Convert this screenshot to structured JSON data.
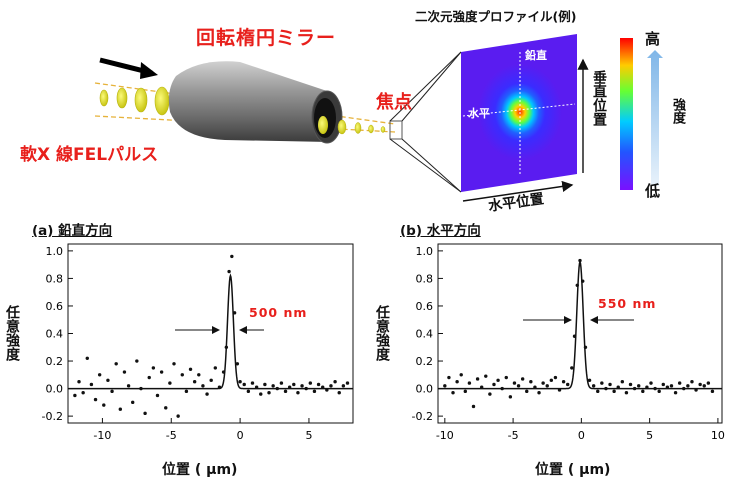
{
  "diagram": {
    "mirror_label": "回転楕円ミラー",
    "pulse_label": "軟X 線FELパルス",
    "focus_label": "焦点",
    "profile_title": "二次元強度プロファイル(例)",
    "vertical_tag": "鉛直",
    "horizontal_tag": "水平",
    "vertical_axis_label": "垂直位置",
    "horizontal_axis_label": "水平位置",
    "scale_high": "高",
    "scale_low": "低",
    "scale_name": "強度",
    "colors": {
      "accent_red": "#e8201c",
      "mirror": "#8a8a8a",
      "pulse": "#e9e62a",
      "beam_line": "#e6b23a"
    }
  },
  "chart_data": [
    {
      "type": "scatter",
      "title": "(a) 鉛直方向",
      "xlabel": "位置 ( μm)",
      "ylabel": "任意強度",
      "xlim": [
        -12.5,
        8.2
      ],
      "ylim": [
        -0.25,
        1.05
      ],
      "xticks": [
        -10,
        -5,
        0,
        5
      ],
      "yticks": [
        -0.2,
        0.0,
        0.2,
        0.4,
        0.6,
        0.8,
        1.0
      ],
      "annotation": "500 nm",
      "fit": {
        "type": "gaussian",
        "amplitude": 0.82,
        "center": -0.7,
        "fwhm_um": 0.5
      },
      "points": {
        "x": [
          -12.0,
          -11.7,
          -11.4,
          -11.1,
          -10.8,
          -10.5,
          -10.2,
          -9.9,
          -9.6,
          -9.3,
          -9.0,
          -8.7,
          -8.4,
          -8.1,
          -7.8,
          -7.5,
          -7.2,
          -6.9,
          -6.6,
          -6.3,
          -6.0,
          -5.7,
          -5.4,
          -5.1,
          -4.8,
          -4.5,
          -4.2,
          -3.9,
          -3.6,
          -3.3,
          -3.0,
          -2.7,
          -2.4,
          -2.1,
          -1.8,
          -1.5,
          -1.2,
          -1.0,
          -0.8,
          -0.6,
          -0.4,
          -0.2,
          0.0,
          0.3,
          0.6,
          0.9,
          1.2,
          1.5,
          1.8,
          2.1,
          2.4,
          2.7,
          3.0,
          3.3,
          3.6,
          3.9,
          4.2,
          4.5,
          4.8,
          5.1,
          5.4,
          5.7,
          6.0,
          6.3,
          6.6,
          6.9,
          7.2,
          7.5,
          7.8
        ],
        "y": [
          -0.05,
          0.05,
          -0.03,
          0.22,
          0.03,
          -0.08,
          0.1,
          -0.12,
          0.06,
          -0.02,
          0.18,
          -0.15,
          0.12,
          0.02,
          -0.1,
          0.2,
          0.0,
          -0.18,
          0.08,
          0.15,
          -0.05,
          0.12,
          -0.14,
          0.04,
          0.18,
          -0.2,
          0.1,
          -0.02,
          0.14,
          0.05,
          0.1,
          0.02,
          -0.04,
          0.06,
          0.15,
          0.01,
          0.12,
          0.3,
          0.85,
          0.96,
          0.55,
          0.18,
          0.05,
          0.03,
          -0.02,
          0.04,
          0.01,
          -0.04,
          0.03,
          -0.03,
          0.02,
          0.0,
          0.04,
          -0.02,
          0.01,
          0.03,
          -0.03,
          0.02,
          0.0,
          0.04,
          -0.02,
          0.03,
          0.01,
          -0.01,
          0.02,
          0.05,
          -0.03,
          0.02,
          0.04
        ]
      }
    },
    {
      "type": "scatter",
      "title": "(b) 水平方向",
      "xlabel": "位置 ( μm)",
      "ylabel": "任意強度",
      "xlim": [
        -10.5,
        10.3
      ],
      "ylim": [
        -0.25,
        1.05
      ],
      "xticks": [
        -10,
        -5,
        0,
        5,
        10
      ],
      "yticks": [
        -0.2,
        0.0,
        0.2,
        0.4,
        0.6,
        0.8,
        1.0
      ],
      "annotation": "550 nm",
      "fit": {
        "type": "gaussian",
        "amplitude": 0.92,
        "center": -0.1,
        "fwhm_um": 0.55
      },
      "points": {
        "x": [
          -10.0,
          -9.7,
          -9.4,
          -9.1,
          -8.8,
          -8.5,
          -8.2,
          -7.9,
          -7.6,
          -7.3,
          -7.0,
          -6.7,
          -6.4,
          -6.1,
          -5.8,
          -5.5,
          -5.2,
          -4.9,
          -4.6,
          -4.3,
          -4.0,
          -3.7,
          -3.4,
          -3.1,
          -2.8,
          -2.5,
          -2.2,
          -1.9,
          -1.6,
          -1.3,
          -1.0,
          -0.7,
          -0.5,
          -0.3,
          -0.1,
          0.1,
          0.3,
          0.6,
          0.9,
          1.2,
          1.5,
          1.8,
          2.1,
          2.4,
          2.7,
          3.0,
          3.3,
          3.6,
          3.9,
          4.2,
          4.5,
          4.8,
          5.1,
          5.4,
          5.7,
          6.0,
          6.3,
          6.6,
          6.9,
          7.2,
          7.5,
          7.8,
          8.1,
          8.4,
          8.7,
          9.0,
          9.3,
          9.6
        ],
        "y": [
          0.02,
          0.08,
          -0.03,
          0.05,
          0.1,
          -0.02,
          0.04,
          -0.13,
          0.07,
          0.01,
          0.09,
          -0.04,
          0.03,
          0.06,
          0.0,
          0.08,
          -0.06,
          0.04,
          0.02,
          0.07,
          -0.02,
          0.05,
          0.01,
          -0.03,
          0.04,
          0.02,
          0.06,
          0.08,
          -0.01,
          0.05,
          0.03,
          0.15,
          0.38,
          0.75,
          0.93,
          0.78,
          0.3,
          0.06,
          0.02,
          -0.02,
          0.04,
          0.0,
          0.03,
          -0.02,
          0.01,
          0.05,
          -0.03,
          0.03,
          0.0,
          0.02,
          -0.02,
          0.01,
          0.04,
          0.0,
          -0.02,
          0.03,
          0.01,
          0.02,
          -0.03,
          0.04,
          0.0,
          0.02,
          0.05,
          -0.01,
          0.03,
          0.02,
          0.04,
          -0.02
        ]
      }
    }
  ]
}
